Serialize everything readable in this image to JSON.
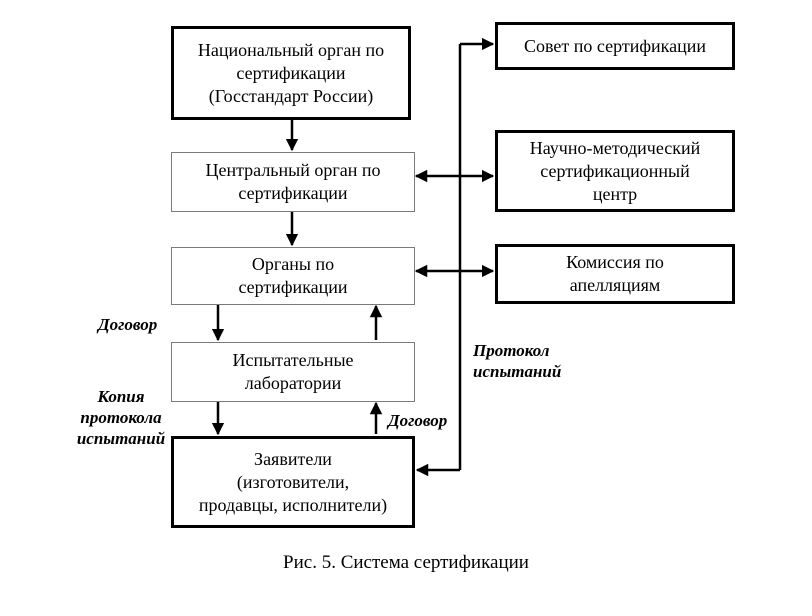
{
  "diagram": {
    "nodes": {
      "national_body": "Национальный орган по\nсертификации\n(Госстандарт России)",
      "central_body": "Центральный орган по\nсертификации",
      "cert_bodies": "Органы по\nсертификации",
      "test_labs": "Испытательные\nлаборатории",
      "applicants": "Заявители\n(изготовители,\nпродавцы, исполнители)",
      "cert_council": "Совет по сертификации",
      "research_center": "Научно-методический\nсертификационный\nцентр",
      "appeals_commission": "Комиссия по\nапелляциям"
    },
    "edge_labels": {
      "contract_left": "Договор",
      "copy_of_protocol": "Копия\nпротокола\nиспытаний",
      "contract_right": "Договор",
      "test_protocol": "Протокол\nиспытаний"
    },
    "caption": "Рис. 5. Система сертификации"
  }
}
